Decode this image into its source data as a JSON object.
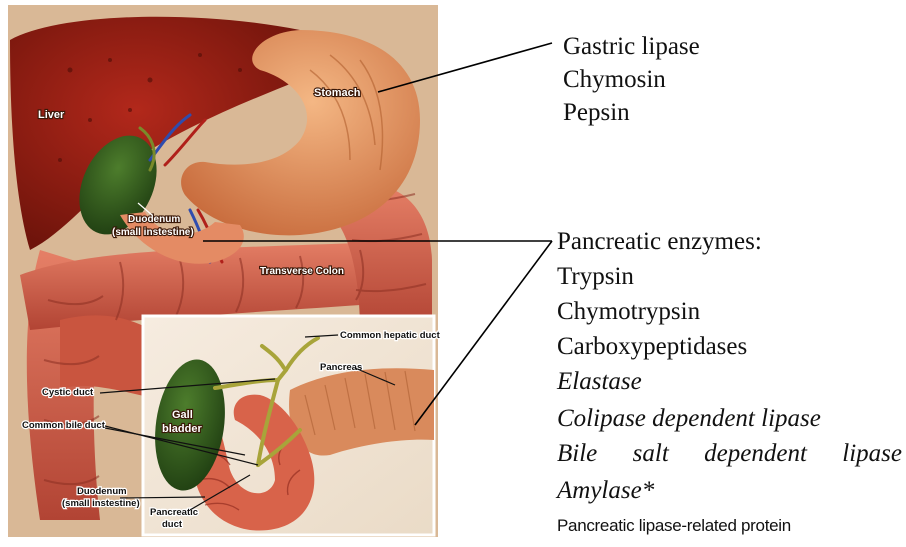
{
  "anatomy_labels": {
    "liver": "Liver",
    "stomach": "Stomach",
    "duodenum_line1": "Duodenum",
    "duodenum_line2": "(small instestine)",
    "transverse_colon": "Transverse Colon",
    "common_hepatic_duct": "Common hepatic duct",
    "pancreas": "Pancreas",
    "cystic_duct": "Cystic duct",
    "common_bile_duct": "Common bile duct",
    "gall_bladder_line1": "Gall",
    "gall_bladder_line2": "bladder",
    "inset_duodenum_line1": "Duodenum",
    "inset_duodenum_line2": "(small instestine)",
    "pancreatic_duct_line1": "Pancreatic",
    "pancreatic_duct_line2": "duct"
  },
  "gastric_enzymes": [
    "Gastric lipase",
    "Chymosin",
    "Pepsin"
  ],
  "pancreatic": {
    "heading": "Pancreatic enzymes:",
    "items": [
      "Trypsin",
      "Chymotrypsin",
      "Carboxypeptidases",
      "Elastase",
      "Colipase dependent lipase",
      "Bile salt dependent lipase",
      "Amylase*",
      "Pancreatic lipase-related protein"
    ]
  },
  "colors": {
    "liver": "#8e1b10",
    "stomach": "#e59a63",
    "colon": "#d9664d",
    "gall_bladder": "#2e5a1c",
    "duct": "#a8a43a",
    "pancreas": "#d98a5c",
    "leader_line": "#000000"
  }
}
